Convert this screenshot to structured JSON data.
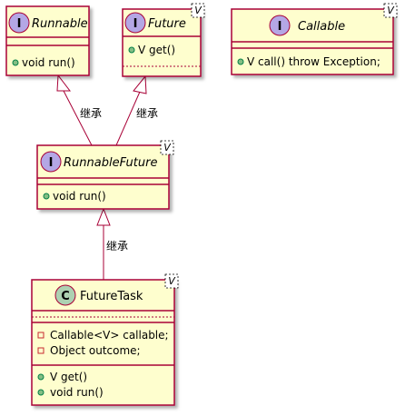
{
  "colors": {
    "class_fill": "#FEFECE",
    "class_border": "#A80036",
    "interface_badge": "#B4A7E5",
    "class_badge": "#ADD1B2",
    "visibility_public_fill": "#84BE84",
    "visibility_public_stroke": "#038048",
    "visibility_private_stroke": "#C82930",
    "edge": "#A80036"
  },
  "classes": {
    "runnable": {
      "badge": "I",
      "name": "Runnable",
      "methods": [
        "void run()"
      ]
    },
    "future": {
      "badge": "I",
      "name": "Future",
      "type_param": "V",
      "methods": [
        "V get()"
      ]
    },
    "callable": {
      "badge": "I",
      "name": "Callable",
      "type_param": "V",
      "methods": [
        "V call() throw Exception;"
      ]
    },
    "runnable_future": {
      "badge": "I",
      "name": "RunnableFuture",
      "type_param": "V",
      "methods": [
        "void run()"
      ]
    },
    "future_task": {
      "badge": "C",
      "name": "FutureTask",
      "type_param": "V",
      "fields": [
        "Callable<V> callable;",
        "Object outcome;"
      ],
      "methods": [
        "V get()",
        "void run()"
      ]
    }
  },
  "edges": [
    {
      "from": "runnable_future",
      "to": "runnable",
      "label": "继承"
    },
    {
      "from": "runnable_future",
      "to": "future",
      "label": "继承"
    },
    {
      "from": "future_task",
      "to": "runnable_future",
      "label": "继承"
    }
  ]
}
